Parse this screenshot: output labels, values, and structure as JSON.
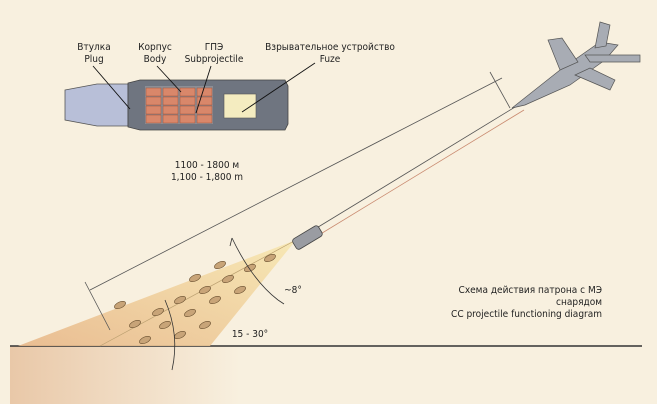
{
  "labels": {
    "plug": {
      "ru": "Втулка",
      "en": "Plug"
    },
    "body": {
      "ru": "Корпус",
      "en": "Body"
    },
    "subprojectile": {
      "ru": "ГПЭ",
      "en": "Subprojectile"
    },
    "fuze": {
      "ru": "Взрывательное устройство",
      "en": "Fuze"
    }
  },
  "range": {
    "ru": "1100 - 1800 м",
    "en": "1,100 - 1,800 m"
  },
  "angles": {
    "spread": "~8°",
    "impact": "15 - 30°"
  },
  "caption": {
    "line1": "Схема действия патрона с МЭ",
    "line2": "снарядом",
    "line3": "CC projectile functioning diagram"
  },
  "colors": {
    "background": "#f8f0df",
    "subprojectile": "#d9876a",
    "shell": "#6f7580",
    "cone": "#f0d9a0"
  }
}
